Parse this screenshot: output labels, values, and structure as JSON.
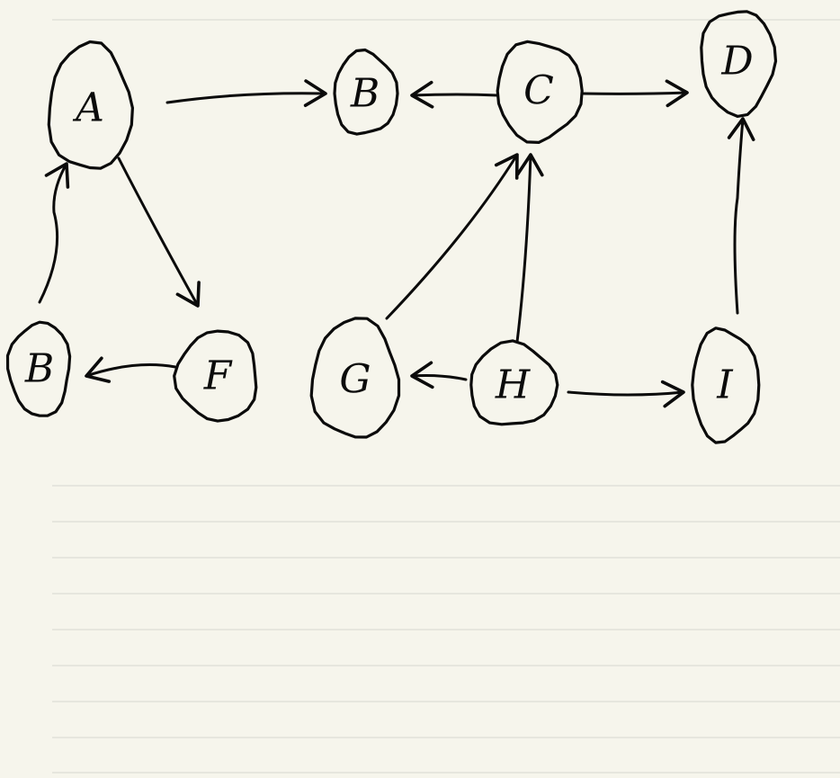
{
  "nodes": [
    {
      "id": "A",
      "label": "A"
    },
    {
      "id": "B1",
      "label": "B"
    },
    {
      "id": "C",
      "label": "C"
    },
    {
      "id": "D",
      "label": "D"
    },
    {
      "id": "B2",
      "label": "B"
    },
    {
      "id": "F",
      "label": "F"
    },
    {
      "id": "G",
      "label": "G"
    },
    {
      "id": "H",
      "label": "H"
    },
    {
      "id": "I",
      "label": "I"
    }
  ],
  "edges": [
    {
      "from": "A",
      "to": "B1"
    },
    {
      "from": "C",
      "to": "B1"
    },
    {
      "from": "C",
      "to": "D"
    },
    {
      "from": "A",
      "to": "F"
    },
    {
      "from": "F",
      "to": "B2"
    },
    {
      "from": "B2",
      "to": "A"
    },
    {
      "from": "G",
      "to": "C"
    },
    {
      "from": "H",
      "to": "C"
    },
    {
      "from": "H",
      "to": "G"
    },
    {
      "from": "H",
      "to": "I"
    },
    {
      "from": "I",
      "to": "D"
    }
  ],
  "colors": {
    "paper": "#f6f5ec",
    "ink": "#0b0b0b",
    "rule": "#d6d6cf"
  }
}
